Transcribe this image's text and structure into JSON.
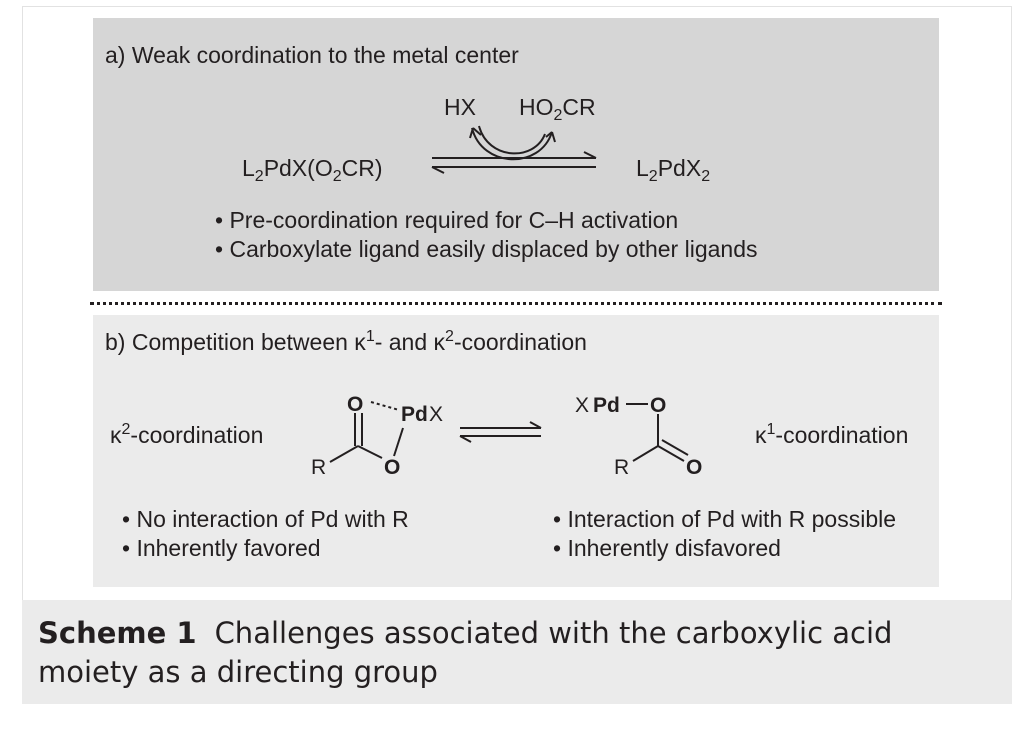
{
  "panel_a": {
    "title": "a) Weak coordination to the metal center",
    "reactant": {
      "main": "L",
      "s1": "2",
      "m2": "PdX(O",
      "s2": "2",
      "m3": "CR)"
    },
    "product": {
      "main": "L",
      "s1": "2",
      "m2": "PdX",
      "s2": "2"
    },
    "reagent_in": "HX",
    "reagent_out": {
      "main": "HO",
      "s1": "2",
      "m2": "CR"
    },
    "bullets": [
      "Pre-coordination required for C–H activation",
      "Carboxylate ligand easily displaced by other ligands"
    ]
  },
  "panel_b": {
    "title": {
      "pre": "b) Competition between κ",
      "sup1": "1",
      "mid": "- and κ",
      "sup2": "2",
      "post": "-coordination"
    },
    "left_label": {
      "pre": "κ",
      "sup": "2",
      "post": "-coordination"
    },
    "right_label": {
      "pre": "κ",
      "sup": "1",
      "post": "-coordination"
    },
    "left_structure": {
      "o_top": "O",
      "pd": "Pd",
      "x": "X",
      "r": "R",
      "o_bottom": "O"
    },
    "right_structure": {
      "x": "X",
      "pd": "Pd",
      "o_top": "O",
      "r": "R",
      "o_bottom": "O"
    },
    "left_bullets": [
      "No interaction of Pd with R",
      "Inherently favored"
    ],
    "right_bullets": [
      "Interaction of Pd with R possible",
      "Inherently disfavored"
    ]
  },
  "caption": {
    "label": "Scheme 1",
    "text": "Challenges associated with the carboxylic acid moiety as a directing group"
  }
}
